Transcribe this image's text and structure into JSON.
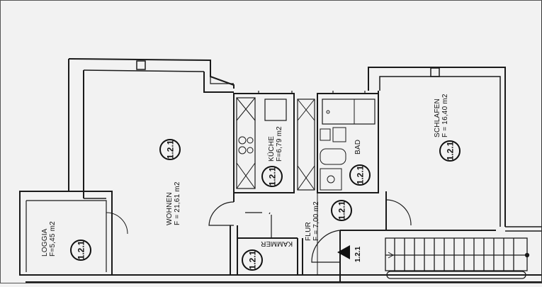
{
  "plan": {
    "colors": {
      "background": "#f2f2f2",
      "line": "#1a1a1a",
      "wall_fill": "#ffffff"
    },
    "rooms": [
      {
        "id": "wohnen",
        "name": "WOHNEN",
        "area": "F = 21,61 m2",
        "tag": "1.2.1"
      },
      {
        "id": "kuche",
        "name": "KÜCHE",
        "area": "F=6,79 m2",
        "tag": "1.2.1"
      },
      {
        "id": "bad",
        "name": "BAD",
        "area": "",
        "tag": "1.2.1"
      },
      {
        "id": "schlafen",
        "name": "SCHLAFEN",
        "area": "F = 16,40 m2",
        "tag": "1.2.1"
      },
      {
        "id": "loggia",
        "name": "LOGGIA",
        "area": "F=5,45 m2",
        "tag": "1.2.1"
      },
      {
        "id": "flur",
        "name": "FLUR",
        "area": "F = 7,00 m2",
        "tag": "1.2.1"
      },
      {
        "id": "kammer",
        "name": "KAMMER",
        "area": "",
        "tag": "1.2.1"
      }
    ],
    "entrance": {
      "marker": "triangle-arrow-icon",
      "tag": "1.2.1"
    },
    "stair": {
      "steps": 15
    }
  }
}
